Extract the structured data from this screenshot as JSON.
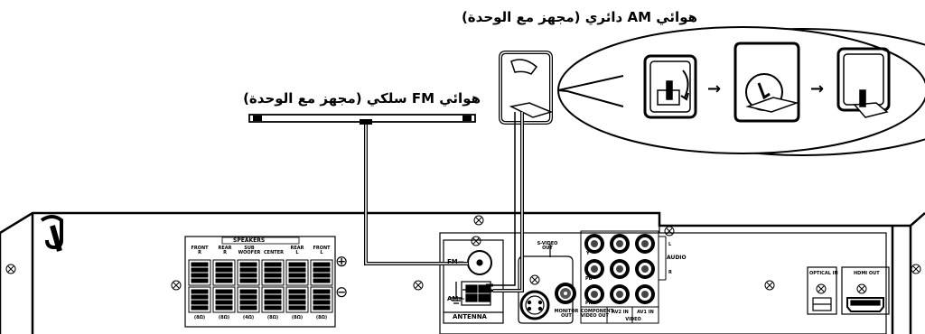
{
  "labels": {
    "am_caption": "هوائي AM دائري (مجهز مع الوحدة)",
    "fm_caption": "هوائي FM سلكي (مجهز مع الوحدة)",
    "speakers": "SPEAKERS",
    "front_r": "FRONT\nR",
    "rear_r": "REAR\nR",
    "sub": "SUB\nWOOFER",
    "center": "CENTER",
    "rear_l": "REAR\nL",
    "front_l": "FRONT\nL",
    "imp1": "(8Ω)",
    "imp2": "(8Ω)",
    "imp3": "(4Ω)",
    "imp4": "(8Ω)",
    "imp5": "(8Ω)",
    "imp6": "(8Ω)",
    "fm": "FM—",
    "am": "AM—",
    "antenna": "ANTENNA",
    "svideo": "S-VIDEO\nOUT",
    "monitor": "MONITOR\nOUT",
    "y": "Y",
    "pb": "PB",
    "pr": "PR",
    "component": "COMPONENT\nVIDEO OUT",
    "av2": "AV2 IN",
    "av1": "AV1 IN",
    "video": "VIDEO",
    "audio": "AUDIO",
    "audio_l": "L",
    "audio_r": "R",
    "optical": "OPTICAL IN",
    "hdmi": "HDMI OUT",
    "plus": "⊕",
    "minus": "⊖"
  },
  "icons": [
    "screw-icon",
    "arrow-right-icon",
    "ground-icon"
  ]
}
